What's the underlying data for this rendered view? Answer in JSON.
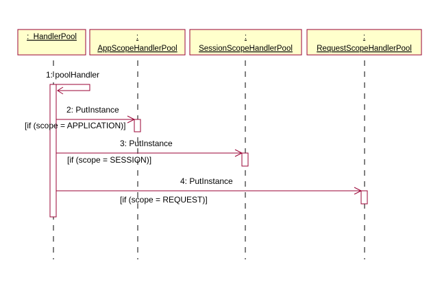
{
  "colors": {
    "header_fill": "#ffffcc",
    "border": "#990033",
    "message": "#990033",
    "lifeline": "#000000",
    "text": "#000000",
    "background": "#ffffff"
  },
  "objects": [
    {
      "id": "handler-pool",
      "name": ":  HandlerPool"
    },
    {
      "id": "app-scope",
      "colon": ":",
      "name": "AppScopeHandlerPool"
    },
    {
      "id": "session-scope",
      "colon": ":",
      "name": "SessionScopeHandlerPool"
    },
    {
      "id": "request-scope",
      "colon": ":",
      "name": "RequestScopeHandlerPool"
    }
  ],
  "messages": [
    {
      "id": "msg-1",
      "label": "1: poolHandler",
      "kind": "self-call"
    },
    {
      "id": "msg-2",
      "label": "2: PutInstance",
      "guard": "[if (scope = APPLICATION)]"
    },
    {
      "id": "msg-3",
      "label": "3: PutInstance",
      "guard": "[if (scope = SESSION)]"
    },
    {
      "id": "msg-4",
      "label": "4: PutInstance",
      "guard": "[if (scope = REQUEST)]"
    }
  ]
}
